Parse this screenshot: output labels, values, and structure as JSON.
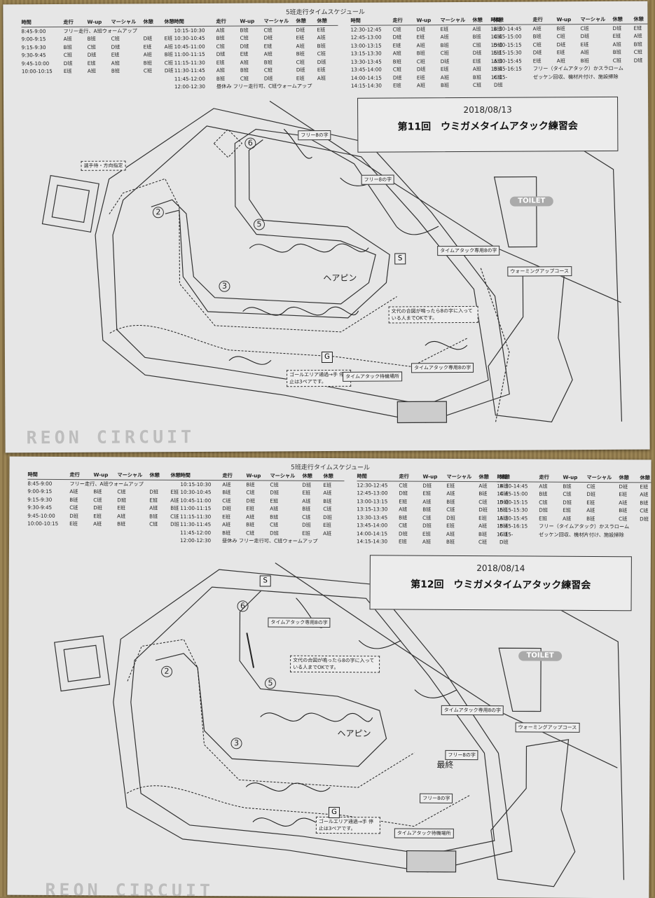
{
  "sheets": [
    {
      "schedule_title": "5班走行タイムスケジュール",
      "title_date": "2018/08/13",
      "title_main": "第11回　ウミガメタイムアタック練習会",
      "logo": "REON CIRCUIT",
      "toilet": "TOILET",
      "hairpin": "ヘアピン",
      "labels": {
        "free8_a": "フリー8の字",
        "free8_b": "フリー8の字",
        "ta8_a": "タイムアタック専用8の字",
        "ta8_b": "タイムアタック専用8の字",
        "warmup": "ウォーミングアップコース",
        "rule": "文代の合図が鳴ったら8の字に入っている人までOKです。",
        "goal": "ゴールエリア通過→手 停止は3ペアです。",
        "wait": "タイムアタック待機場所",
        "start_note": "選手待・方向指定",
        "s": "S",
        "g": "G"
      },
      "nums": [
        "2",
        "3",
        "5",
        "6"
      ]
    },
    {
      "schedule_title": "5班走行タイムスケジュール",
      "title_date": "2018/08/14",
      "title_main": "第12回　ウミガメタイムアタック練習会",
      "logo": "REON CIRCUIT",
      "toilet": "TOILET",
      "hairpin": "ヘアピン",
      "last": "最終",
      "labels": {
        "free8_a": "フリー8の字",
        "free8_b": "フリー8の字",
        "ta8_a": "タイムアタック専用8の字",
        "ta8_b": "タイムアタック専用8の字",
        "warmup": "ウォーミングアップコース",
        "rule": "文代の合図が鳴ったら8の字に入っている人までOKです。",
        "goal": "ゴールエリア通過→手 停止は3ペアです。",
        "wait": "タイムアタック待機場所",
        "s": "S",
        "g": "G"
      },
      "nums": [
        "2",
        "3",
        "5",
        "6"
      ]
    }
  ],
  "schedule": {
    "headers": [
      "時間",
      "走行",
      "W-up",
      "マーシャル",
      "休憩",
      "休憩"
    ],
    "cols": [
      [
        [
          "8:45-9:00",
          "フリー走行、A班ウォームアップ"
        ],
        [
          "9:00-9:15",
          "A班",
          "B班",
          "C班",
          "D班",
          "E班"
        ],
        [
          "9:15-9:30",
          "B班",
          "C班",
          "D班",
          "E班",
          "A班"
        ],
        [
          "9:30-9:45",
          "C班",
          "D班",
          "E班",
          "A班",
          "B班"
        ],
        [
          "9:45-10:00",
          "D班",
          "E班",
          "A班",
          "B班",
          "C班"
        ],
        [
          "10:00-10:15",
          "E班",
          "A班",
          "B班",
          "C班",
          "D班"
        ]
      ],
      [
        [
          "10:15-10:30",
          "A班",
          "B班",
          "C班",
          "D班",
          "E班"
        ],
        [
          "10:30-10:45",
          "B班",
          "C班",
          "D班",
          "E班",
          "A班"
        ],
        [
          "10:45-11:00",
          "C班",
          "D班",
          "E班",
          "A班",
          "B班"
        ],
        [
          "11:00-11:15",
          "D班",
          "E班",
          "A班",
          "B班",
          "C班"
        ],
        [
          "11:15-11:30",
          "E班",
          "A班",
          "B班",
          "C班",
          "D班"
        ],
        [
          "11:30-11:45",
          "A班",
          "B班",
          "C班",
          "D班",
          "E班"
        ],
        [
          "11:45-12:00",
          "B班",
          "C班",
          "D班",
          "E班",
          "A班"
        ],
        [
          "12:00-12:30",
          "昼休み フリー走行可、C班ウォームアップ"
        ]
      ],
      [
        [
          "12:30-12:45",
          "C班",
          "D班",
          "E班",
          "A班",
          "B班"
        ],
        [
          "12:45-13:00",
          "D班",
          "E班",
          "A班",
          "B班",
          "C班"
        ],
        [
          "13:00-13:15",
          "E班",
          "A班",
          "B班",
          "C班",
          "D班"
        ],
        [
          "13:15-13:30",
          "A班",
          "B班",
          "C班",
          "D班",
          "E班"
        ],
        [
          "13:30-13:45",
          "B班",
          "C班",
          "D班",
          "E班",
          "A班"
        ],
        [
          "13:45-14:00",
          "C班",
          "D班",
          "E班",
          "A班",
          "B班"
        ],
        [
          "14:00-14:15",
          "D班",
          "E班",
          "A班",
          "B班",
          "C班"
        ],
        [
          "14:15-14:30",
          "E班",
          "A班",
          "B班",
          "C班",
          "D班"
        ]
      ],
      [
        [
          "14:30-14:45",
          "A班",
          "B班",
          "C班",
          "D班",
          "E班"
        ],
        [
          "14:45-15:00",
          "B班",
          "C班",
          "D班",
          "E班",
          "A班"
        ],
        [
          "15:00-15:15",
          "C班",
          "D班",
          "E班",
          "A班",
          "B班"
        ],
        [
          "15:15-15:30",
          "D班",
          "E班",
          "A班",
          "B班",
          "C班"
        ],
        [
          "15:30-15:45",
          "E班",
          "A班",
          "B班",
          "C班",
          "D班"
        ],
        [
          "15:45-16:15",
          "フリー（タイムアタック）かスラローム"
        ],
        [
          "16:15-",
          "ゼッケン回収、機材片付け、施設掃除"
        ]
      ]
    ]
  }
}
